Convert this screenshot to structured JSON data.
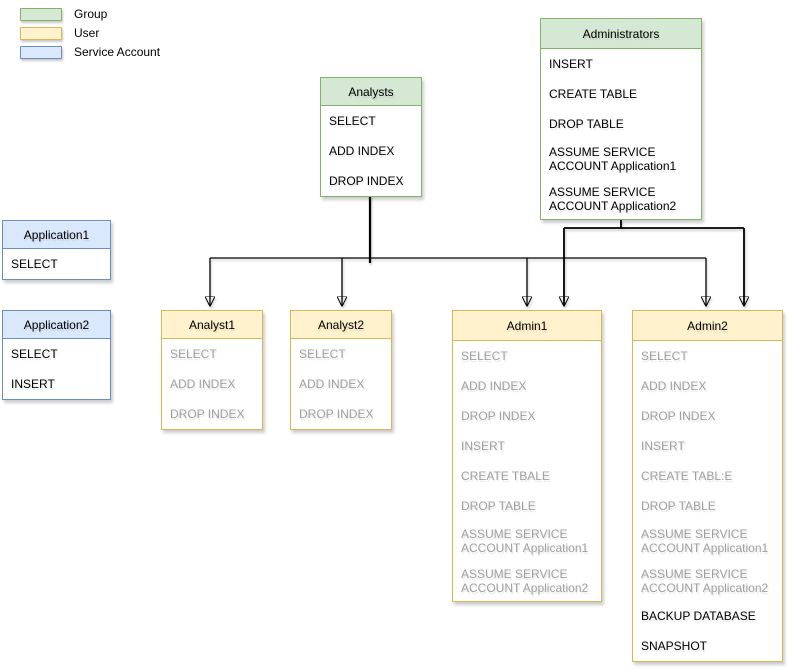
{
  "legend": {
    "items": [
      {
        "label": "Group",
        "fill": "#d5e8d4",
        "border": "#82b366"
      },
      {
        "label": "User",
        "fill": "#fff2cc",
        "border": "#d6b656"
      },
      {
        "label": "Service Account",
        "fill": "#dae8fc",
        "border": "#6c8ebf"
      }
    ]
  },
  "colors": {
    "group_fill": "#d5e8d4",
    "group_border": "#82b366",
    "user_fill": "#fff2cc",
    "user_border": "#d6b656",
    "service_fill": "#dae8fc",
    "service_border": "#6c8ebf",
    "text": "#000000",
    "muted_text": "#a0a0a0",
    "edge": "#000000"
  },
  "nodes": {
    "administrators": {
      "title": "Administrators",
      "type": "group",
      "items": [
        {
          "label": "INSERT",
          "muted": false
        },
        {
          "label": "CREATE TABLE",
          "muted": false
        },
        {
          "label": "DROP TABLE",
          "muted": false
        },
        {
          "label": "ASSUME SERVICE ACCOUNT Application1",
          "muted": false
        },
        {
          "label": "ASSUME SERVICE ACCOUNT Application2",
          "muted": false
        }
      ]
    },
    "analysts": {
      "title": "Analysts",
      "type": "group",
      "items": [
        {
          "label": "SELECT",
          "muted": false
        },
        {
          "label": "ADD INDEX",
          "muted": false
        },
        {
          "label": "DROP INDEX",
          "muted": false
        }
      ]
    },
    "application1": {
      "title": "Application1",
      "type": "service_account",
      "items": [
        {
          "label": "SELECT",
          "muted": false
        }
      ]
    },
    "application2": {
      "title": "Application2",
      "type": "service_account",
      "items": [
        {
          "label": "SELECT",
          "muted": false
        },
        {
          "label": "INSERT",
          "muted": false
        }
      ]
    },
    "analyst1": {
      "title": "Analyst1",
      "type": "user",
      "items": [
        {
          "label": "SELECT",
          "muted": true
        },
        {
          "label": "ADD INDEX",
          "muted": true
        },
        {
          "label": "DROP INDEX",
          "muted": true
        }
      ]
    },
    "analyst2": {
      "title": "Analyst2",
      "type": "user",
      "items": [
        {
          "label": "SELECT",
          "muted": true
        },
        {
          "label": "ADD INDEX",
          "muted": true
        },
        {
          "label": "DROP INDEX",
          "muted": true
        }
      ]
    },
    "admin1": {
      "title": "Admin1",
      "type": "user",
      "items": [
        {
          "label": "SELECT",
          "muted": true
        },
        {
          "label": "ADD INDEX",
          "muted": true
        },
        {
          "label": "DROP INDEX",
          "muted": true
        },
        {
          "label": "INSERT",
          "muted": true
        },
        {
          "label": "CREATE TBALE",
          "muted": true
        },
        {
          "label": "DROP TABLE",
          "muted": true
        },
        {
          "label": "ASSUME SERVICE ACCOUNT Application1",
          "muted": true
        },
        {
          "label": "ASSUME SERVICE ACCOUNT Application2",
          "muted": true
        }
      ]
    },
    "admin2": {
      "title": "Admin2",
      "type": "user",
      "items": [
        {
          "label": "SELECT",
          "muted": true
        },
        {
          "label": "ADD INDEX",
          "muted": true
        },
        {
          "label": "DROP INDEX",
          "muted": true
        },
        {
          "label": "INSERT",
          "muted": true
        },
        {
          "label": "CREATE TABL:E",
          "muted": true
        },
        {
          "label": "DROP TABLE",
          "muted": true
        },
        {
          "label": "ASSUME SERVICE ACCOUNT Application1",
          "muted": true
        },
        {
          "label": "ASSUME SERVICE ACCOUNT Application2",
          "muted": true
        },
        {
          "label": "BACKUP DATABASE",
          "muted": false
        },
        {
          "label": "SNAPSHOT",
          "muted": false
        }
      ]
    }
  },
  "edges": [
    {
      "from": "Analysts",
      "to": "Analyst1"
    },
    {
      "from": "Analysts",
      "to": "Analyst2"
    },
    {
      "from": "Analysts",
      "to": "Admin1"
    },
    {
      "from": "Analysts",
      "to": "Admin2"
    },
    {
      "from": "Administrators",
      "to": "Admin1"
    },
    {
      "from": "Administrators",
      "to": "Admin2"
    }
  ]
}
